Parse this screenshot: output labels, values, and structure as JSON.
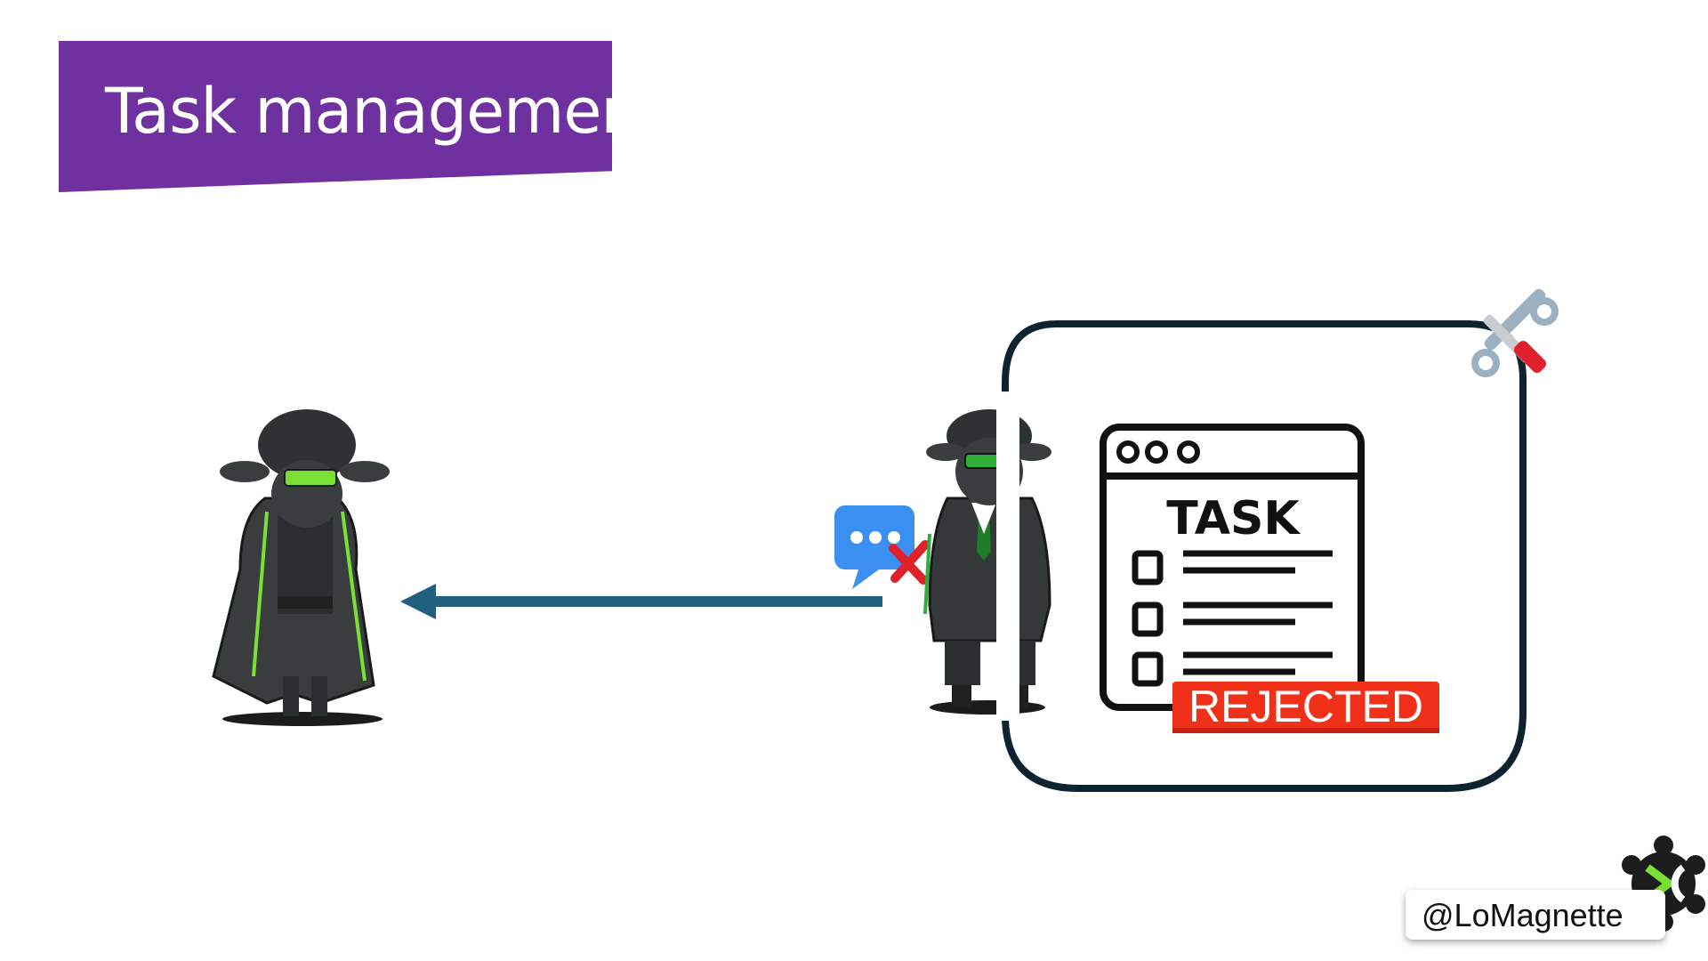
{
  "title": "Task management",
  "task_card": {
    "heading": "TASK",
    "stamp": "REJECTED"
  },
  "handle": "@LoMagnette",
  "colors": {
    "banner": "#6f30a0",
    "arrow": "#1f5f80",
    "frame": "#0d2430",
    "stamp": "#f03018",
    "chat": "#3b8ff0",
    "cross": "#e0202a",
    "glasses": "#7ae033"
  },
  "icons": [
    "sheep-in-coat-icon",
    "sheep-in-suit-icon",
    "chat-bubble-icon",
    "red-x-icon",
    "tools-icon",
    "task-checklist-icon",
    "logo-icon"
  ]
}
